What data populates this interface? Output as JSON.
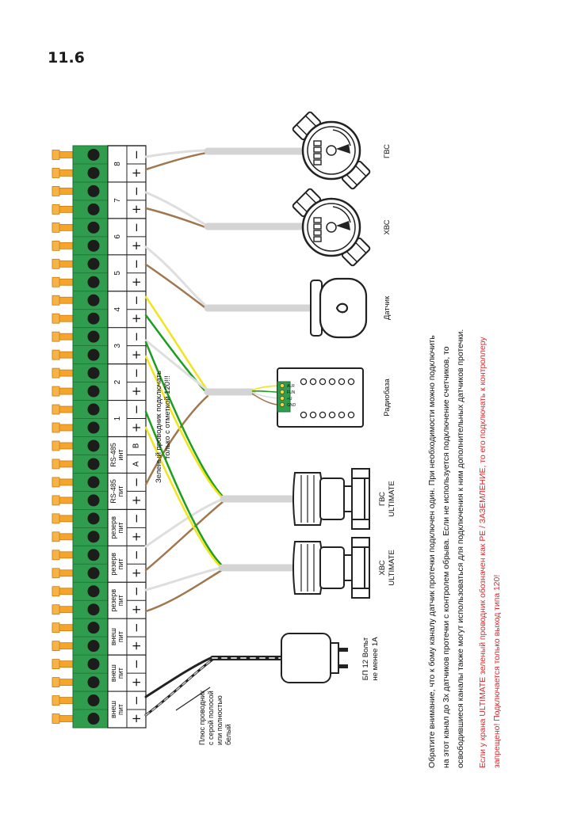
{
  "page": {
    "section_number": "11.6"
  },
  "terminals": [
    {
      "top": "внеш",
      "bottom": "пит",
      "pins": [
        "+",
        "−"
      ]
    },
    {
      "top": "внеш",
      "bottom": "пит",
      "pins": [
        "+",
        "−"
      ]
    },
    {
      "top": "внеш",
      "bottom": "пит",
      "pins": [
        "+",
        "−"
      ]
    },
    {
      "top": "резерв",
      "bottom": "пит",
      "pins": [
        "+",
        "−"
      ]
    },
    {
      "top": "резерв",
      "bottom": "пит",
      "pins": [
        "+",
        "−"
      ]
    },
    {
      "top": "резерв",
      "bottom": "пит",
      "pins": [
        "+",
        "−"
      ]
    },
    {
      "top": "RS-485",
      "bottom": "пит",
      "pins": [
        "+",
        "−"
      ]
    },
    {
      "top": "RS-485",
      "bottom": "инт",
      "pins": [
        "A",
        "B"
      ]
    },
    {
      "top": "1",
      "bottom": "",
      "pins": [
        "+",
        "−"
      ]
    },
    {
      "top": "2",
      "bottom": "",
      "pins": [
        "+",
        "−"
      ]
    },
    {
      "top": "3",
      "bottom": "",
      "pins": [
        "+",
        "−"
      ]
    },
    {
      "top": "4",
      "bottom": "",
      "pins": [
        "+",
        "−"
      ]
    },
    {
      "top": "5",
      "bottom": "",
      "pins": [
        "+",
        "−"
      ]
    },
    {
      "top": "6",
      "bottom": "",
      "pins": [
        "+",
        "−"
      ]
    },
    {
      "top": "7",
      "bottom": "",
      "pins": [
        "+",
        "−"
      ]
    },
    {
      "top": "8",
      "bottom": "",
      "pins": [
        "+",
        "−"
      ]
    }
  ],
  "devices": {
    "power_supply": [
      "БП 12 Вольт",
      "не менее 1А"
    ],
    "cold_valve": [
      "ХВС",
      "ULTIMATE"
    ],
    "hot_valve": [
      "ГВС",
      "ULTIMATE"
    ],
    "radio_base": "Радиобаза",
    "radio_pins": [
      "ALR",
      "FUN",
      "+U",
      "GND"
    ],
    "sensor": "Датчик",
    "cold_meter": "ХВС",
    "hot_meter": "ГВС"
  },
  "annotations": {
    "plus_wire": [
      "Плюс проводник",
      "с серой полосой",
      "или полностью",
      "белый"
    ],
    "green_wire": [
      "Зеленый проводник подключать",
      "только с отметкой 120!!!"
    ]
  },
  "notes": {
    "black_lines": [
      "Обратите внимание, что к бому каналу датчик протечки подключен один. При необходимости можно подключить",
      "на этот канал до 3х датчиков протечки с контролем обрыва. Если не используется подключение счетчиков, то",
      "освободившиеся каналы также могут использоваться для подключения к ним дополнительных датчиков протечки."
    ],
    "red_lines": [
      "Если у крана ULTIMATE зеленый проводник обозначен как PE / ЗАЗЕМЛЕНИЕ, то его подключать к контроллеру",
      "запрещено! Подключается только выход типа 120!"
    ]
  },
  "colors": {
    "terminal_green": "#2f9d4d",
    "pin_orange": "#f5a42c",
    "wire_brown": "#a0774e",
    "wire_white": "#e0e0e0",
    "wire_yellow": "#f2e41c",
    "wire_green": "#1e9e1e",
    "note_red": "#e3262b"
  }
}
